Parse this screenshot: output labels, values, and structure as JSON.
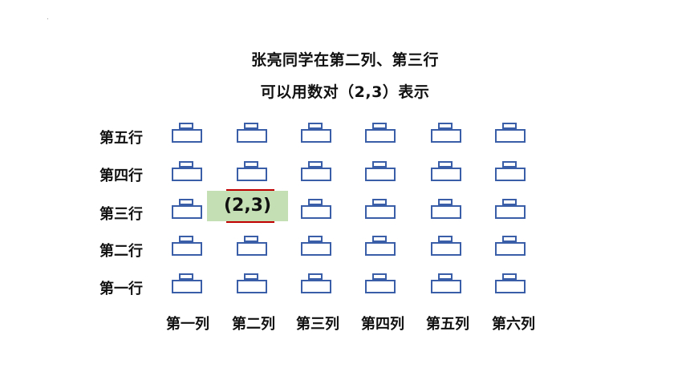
{
  "title": {
    "line1": "张亮同学在第二列、第三行",
    "line2": "可以用数对（2,3）表示"
  },
  "rows": [
    "第五行",
    "第四行",
    "第三行",
    "第二行",
    "第一行"
  ],
  "columns": [
    "第一列",
    "第二列",
    "第三列",
    "第四列",
    "第五列",
    "第六列"
  ],
  "highlight": {
    "text": "(2,3)",
    "column": 2,
    "row": 3,
    "fill_color": "#c5dfb4",
    "mark_color": "#c00000"
  },
  "desk_color": "#3a5fa8"
}
